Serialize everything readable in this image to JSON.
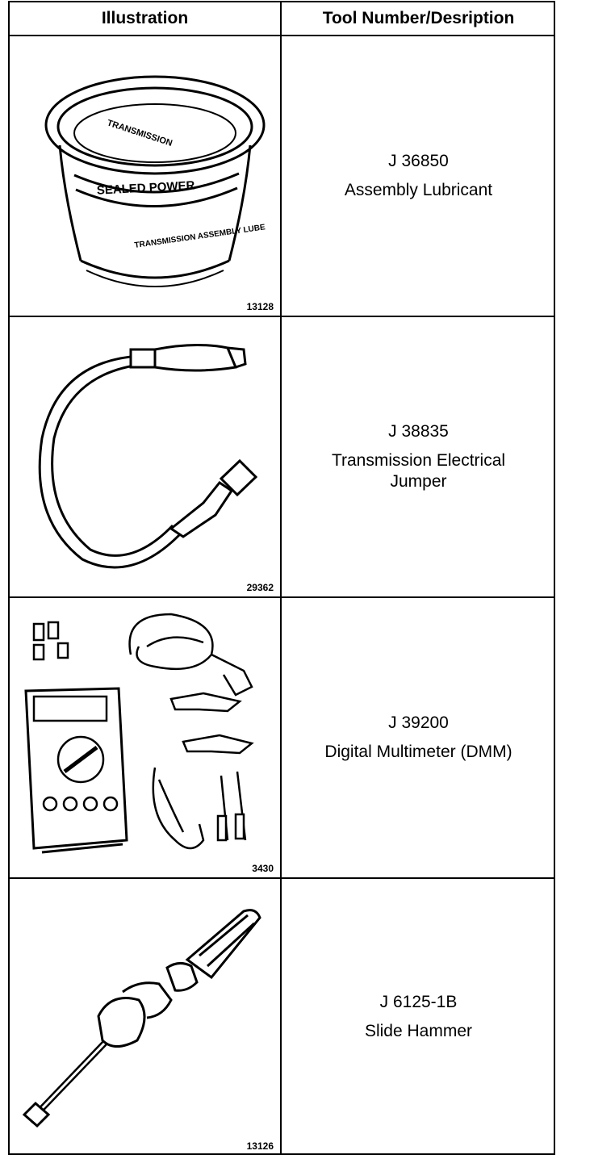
{
  "table": {
    "headers": {
      "illustration": "Illustration",
      "tool": "Tool Number/Desription"
    },
    "rows": [
      {
        "number": "J 36850",
        "description": [
          "Assembly Lubricant"
        ],
        "figure": "13128",
        "icon": "lubricant-container-icon",
        "label_text": [
          "SEALED POWER",
          "TRANSMISSION",
          "TRANSMISSION ASSEMBLY LUBE"
        ]
      },
      {
        "number": "J 38835",
        "description": [
          "Transmission Electrical",
          "Jumper"
        ],
        "figure": "29362",
        "icon": "electrical-jumper-cable-icon"
      },
      {
        "number": "J 39200",
        "description": [
          "Digital Multimeter (DMM)"
        ],
        "figure": "3430",
        "icon": "digital-multimeter-icon"
      },
      {
        "number": "J 6125-1B",
        "description": [
          "Slide Hammer"
        ],
        "figure": "13126",
        "icon": "slide-hammer-icon"
      }
    ]
  }
}
